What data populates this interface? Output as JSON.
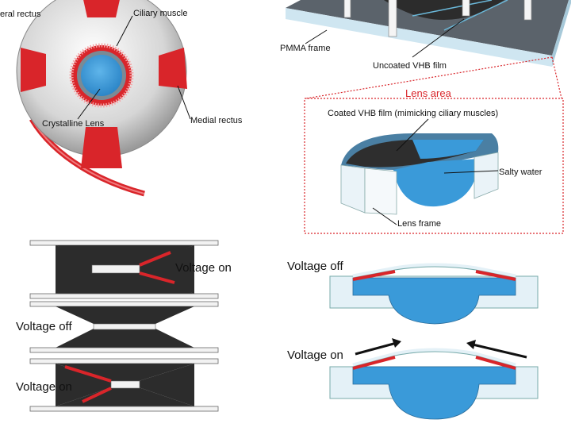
{
  "labels": {
    "lateral_rectus": "eral rectus",
    "ciliary_muscle": "Ciliary muscle",
    "crystalline_lens": "Crystalline Lens",
    "medial_rectus": "Medial rectus",
    "pmma_frame": "PMMA frame",
    "uncoated_vhb": "Uncoated VHB film",
    "lens_area": "Lens area",
    "coated_vhb": "Coated VHB film (mimicking ciliary muscles)",
    "salty_water": "Salty water",
    "lens_frame": "Lens frame",
    "voltage_on_top": "Voltage on",
    "voltage_off_left": "Voltage off",
    "voltage_on_left": "Voltage on",
    "voltage_off_right": "Voltage off",
    "voltage_on_right": "Voltage on"
  },
  "colors": {
    "muscle_red": "#d9252a",
    "lens_blue": "#3a9ad9",
    "film_dark": "#333333",
    "frame_light": "#e4f1f7",
    "accent_red": "#d9252a"
  }
}
